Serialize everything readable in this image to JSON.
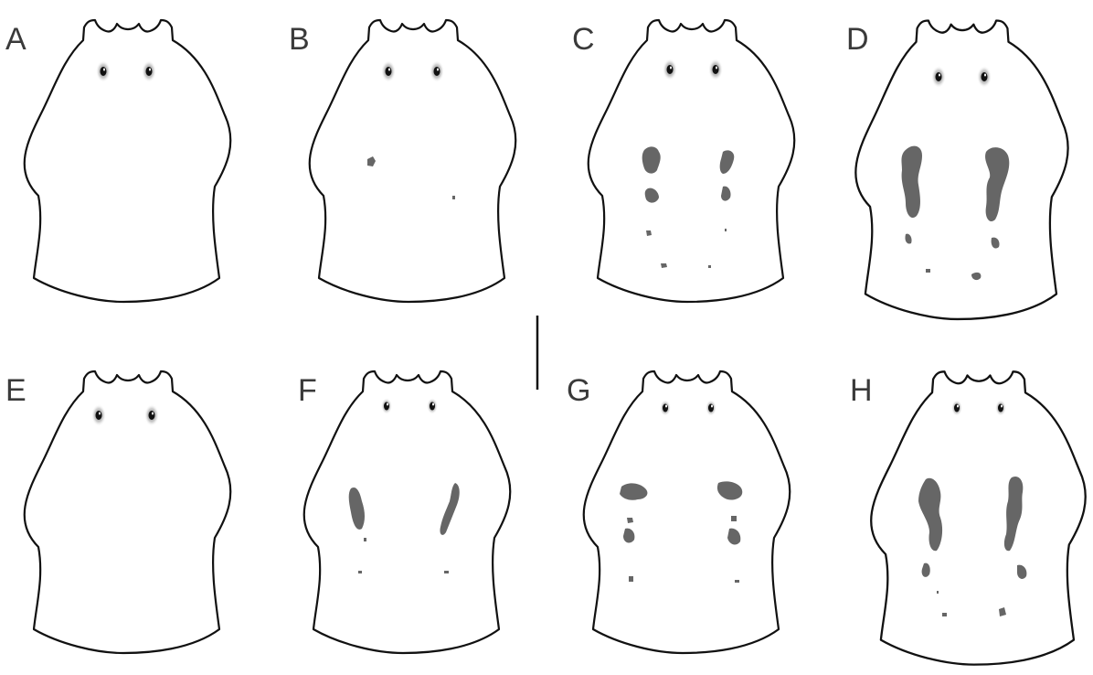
{
  "panels": [
    {
      "label": "A"
    },
    {
      "label": "B"
    },
    {
      "label": "C"
    },
    {
      "label": "D"
    },
    {
      "label": "E"
    },
    {
      "label": "F"
    },
    {
      "label": "G"
    },
    {
      "label": "H"
    }
  ],
  "colors": {
    "outline": "#111111",
    "spots": "#666666",
    "background": "#ffffff"
  }
}
